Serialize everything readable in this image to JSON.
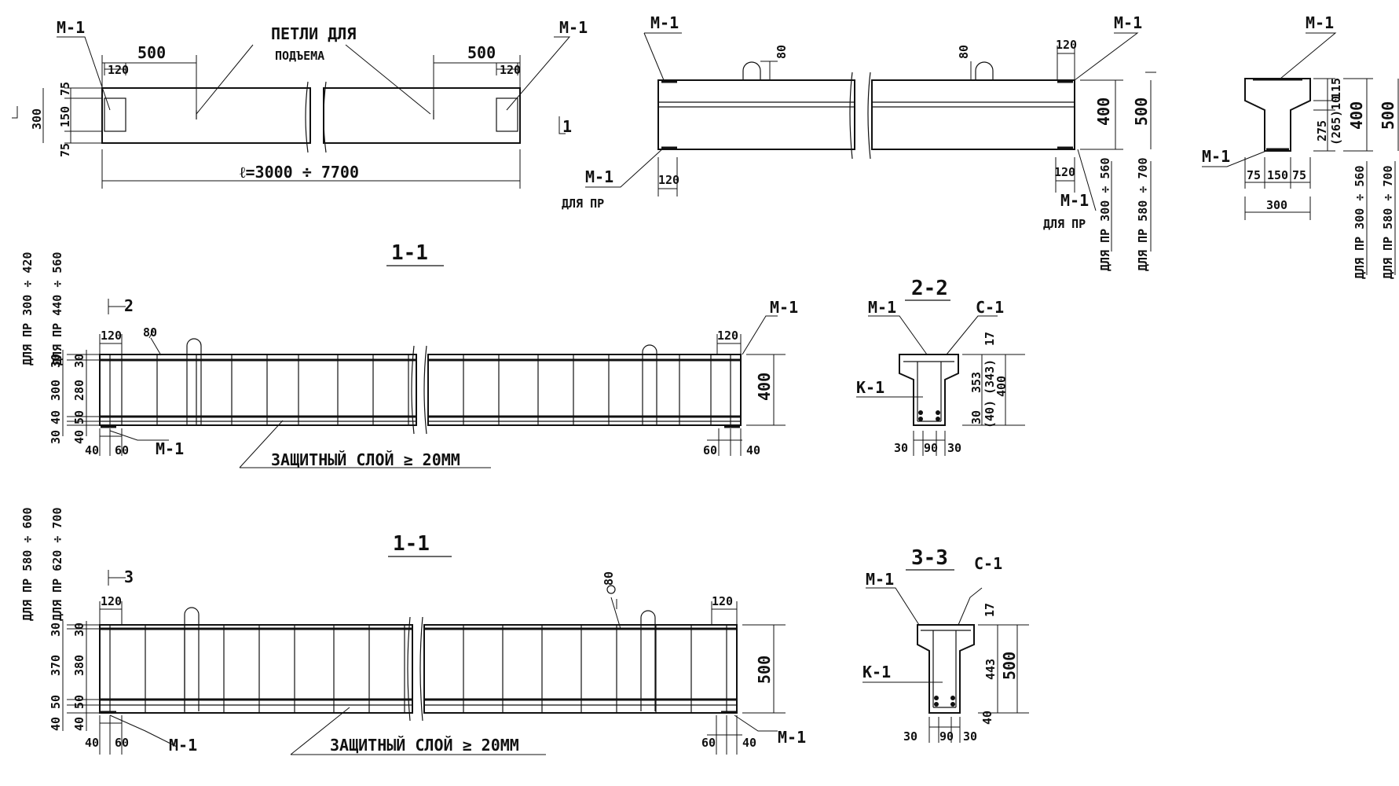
{
  "view_elevation": {
    "mark_left": "М-1",
    "mark_right": "М-1",
    "loops_label_line1": "ПЕТЛИ ДЛЯ",
    "loops_label_line2": "ПОДЪЕМА",
    "dim_loop_left": "500",
    "dim_loop_right": "500",
    "dim_plate_left": "120",
    "dim_plate_right": "120",
    "dim_v_top": "75",
    "dim_v_mid": "150",
    "dim_v_bottom": "75",
    "dim_v_total": "300",
    "length": "ℓ=3000 ÷ 7700",
    "section_mark": "1"
  },
  "view_side": {
    "mark_top_left": "М-1",
    "mark_top_right": "М-1",
    "mark_bottom_left": "М-1",
    "mark_bottom_left_note": "ДЛЯ ПР",
    "mark_bottom_right": "М-1",
    "mark_bottom_right_note": "ДЛЯ ПР",
    "dim_loop_h_left": "80",
    "dim_loop_h_right": "80",
    "dim_plate_tl": "120",
    "dim_plate_bl": "120",
    "dim_plate_br": "120",
    "height_400": "400",
    "height_500": "500",
    "note_400": "ДЛЯ ПР 300 ÷ 560",
    "note_500": "ДЛЯ ПР 580 ÷ 700"
  },
  "view_end": {
    "mark_top": "М-1",
    "mark_bottom": "М-1",
    "dim_w_left": "75",
    "dim_w_mid": "150",
    "dim_w_right": "75",
    "dim_w_total": "300",
    "dim_h_115": "115",
    "dim_h_10": "10",
    "dim_h_275": "275",
    "dim_h_265": "(265)",
    "height_400": "400",
    "height_500": "500",
    "note_400": "ДЛЯ ПР 300 ÷ 560",
    "note_500": "ДЛЯ ПР 580 ÷ 700"
  },
  "section_1a": {
    "title": "1-1",
    "note_1": "ДЛЯ ПР 300 ÷ 420",
    "note_2": "ДЛЯ ПР 440 ÷ 560",
    "cut_mark": "2",
    "dim_plate_left": "120",
    "dim_plate_right": "120",
    "dim_loop": "80",
    "mark_right": "М-1",
    "mark_bottom": "М-1",
    "height": "400",
    "v_dims_a": [
      "30",
      "280",
      "50",
      "40"
    ],
    "v_dims_b": [
      "30",
      "300",
      "40",
      "30"
    ],
    "dim_40_left": "40",
    "dim_60_left": "60",
    "dim_60_right": "60",
    "dim_40_right": "40",
    "cover": "ЗАЩИТНЫЙ  СЛОЙ ≥ 20ММ"
  },
  "section_2_2": {
    "title": "2-2",
    "mark_m": "М-1",
    "mark_s": "С-1",
    "mark_k": "К-1",
    "dim_17": "17",
    "dim_353": "353",
    "dim_343": "(343)",
    "dim_400": "400",
    "dim_30": "30",
    "dim_40": "(40)",
    "w_left": "30",
    "w_mid": "90",
    "w_right": "30"
  },
  "section_1b": {
    "title": "1-1",
    "note_1": "ДЛЯ ПР 580 ÷ 600",
    "note_2": "ДЛЯ ПР 620 ÷ 700",
    "cut_mark": "3",
    "dim_plate_left": "120",
    "dim_plate_right": "120",
    "dim_loop": "80",
    "height": "500",
    "v_dims_a": [
      "30",
      "380",
      "50",
      "40"
    ],
    "v_dims_b": [
      "30",
      "370",
      "50",
      "40"
    ],
    "mark_bottom": "М-1",
    "mark_right": "М-1",
    "dim_40_left": "40",
    "dim_60_left": "60",
    "dim_60_right": "60",
    "dim_40_right": "40",
    "cover": "ЗАЩИТНЫЙ  СЛОЙ ≥ 20ММ"
  },
  "section_3_3": {
    "title": "3-3",
    "mark_m": "М-1",
    "mark_s": "С-1",
    "mark_k": "К-1",
    "dim_17": "17",
    "dim_443": "443",
    "dim_500": "500",
    "dim_40": "40",
    "w_left": "30",
    "w_mid": "90",
    "w_right": "30"
  }
}
